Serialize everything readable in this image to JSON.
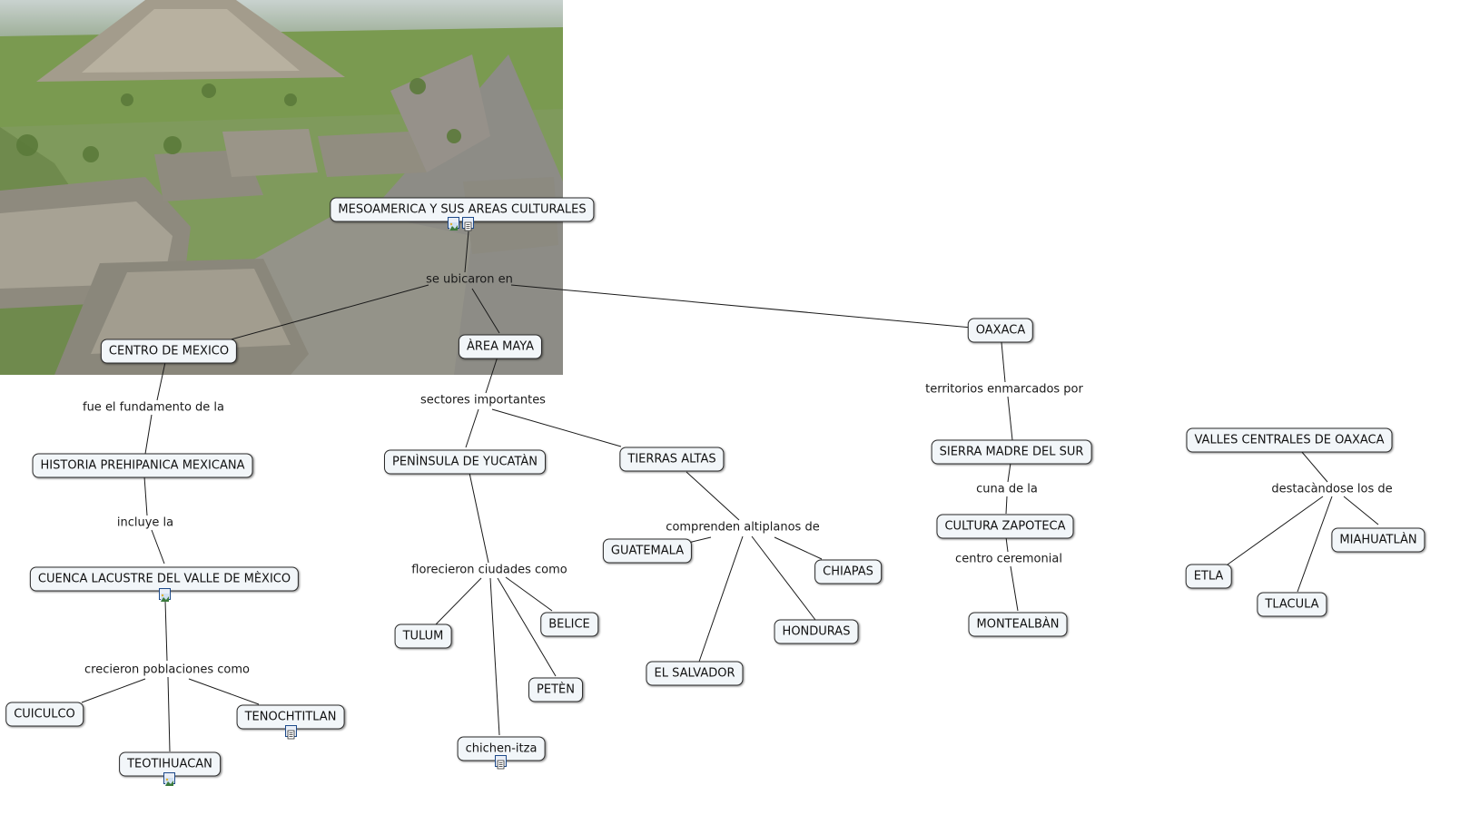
{
  "concepts": {
    "mesoamerica": "MESOAMERICA Y SUS AREAS CULTURALES",
    "centro_mexico": "CENTRO DE MEXICO",
    "area_maya": "ÀREA MAYA",
    "oaxaca": "OAXACA",
    "historia": "HISTORIA PREHIPANICA MEXICANA",
    "cuenca": "CUENCA LACUSTRE DEL VALLE DE MÈXICO",
    "cuiculco": "CUICULCO",
    "teotihuacan": "TEOTIHUACAN",
    "tenochtitlan": "TENOCHTITLAN",
    "peninsula": "PENÌNSULA DE YUCATÀN",
    "tierras_altas": "TIERRAS ALTAS",
    "tulum": "TULUM",
    "belice": "BELICE",
    "peten": "PETÈN",
    "chichen": "chichen-itza",
    "guatemala": "GUATEMALA",
    "chiapas": "CHIAPAS",
    "honduras": "HONDURAS",
    "el_salvador": "EL SALVADOR",
    "sierra": "SIERRA MADRE DEL SUR",
    "zapoteca": "CULTURA ZAPOTECA",
    "montealban": "MONTEALBÀN",
    "valles": "VALLES CENTRALES DE OAXACA",
    "etla": "ETLA",
    "tlacula": "TLACULA",
    "miahuatlan": "MIAHUATLÀN"
  },
  "phrases": {
    "se_ubicaron": "se ubicaron en",
    "fue_fundamento": "fue el fundamento de la",
    "incluye": "incluye la",
    "crecieron": "crecieron poblaciones como",
    "sectores": "sectores importantes",
    "florecieron": "florecieron ciudades como",
    "comprenden": "comprenden altiplanos de",
    "territorios": "territorios enmarcados por",
    "cuna": "cuna de la",
    "centro_ceremonial": "centro ceremonial",
    "destacandose": "destacàndose los de"
  },
  "icons": {
    "image": "image-resource-icon",
    "document": "document-resource-icon"
  },
  "colors": {
    "node_fill": "#f2f6f9",
    "node_border": "#2b2b2b",
    "link": "#1a1a1a",
    "icon_border": "#1d4a8a"
  }
}
